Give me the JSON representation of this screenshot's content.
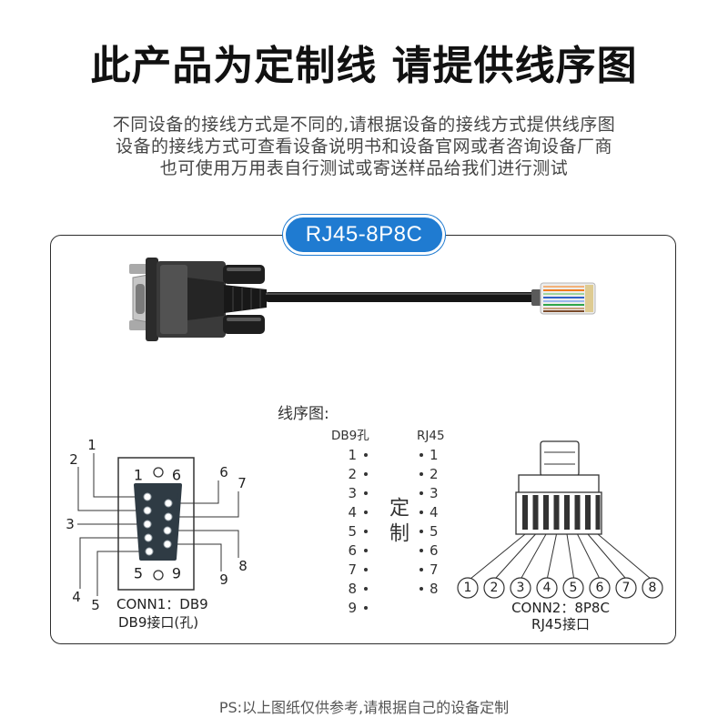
{
  "header": {
    "title": "此产品为定制线 请提供线序图"
  },
  "notes": [
    "不同设备的接线方式是不同的,请根据设备的接线方式提供线序图",
    "设备的接线方式可查看设备说明书和设备官网或者咨询设备厂商",
    "也可使用万用表自行测试或寄送样品给我们进行测试"
  ],
  "panel": {
    "tab_label": "RJ45-8P8C",
    "pinout": {
      "title": "线序图:",
      "left_header": "DB9孔",
      "right_header": "RJ45",
      "left_pins": [
        "1",
        "2",
        "3",
        "4",
        "5",
        "6",
        "7",
        "8",
        "9"
      ],
      "right_pins": [
        "1",
        "2",
        "3",
        "4",
        "5",
        "6",
        "7",
        "8"
      ],
      "custom_label": "定制"
    },
    "db9": {
      "corner_labels": {
        "top_left": "1",
        "top_right": "6",
        "bottom_left": "5",
        "bottom_right": "9"
      },
      "pin_labels": [
        "1",
        "2",
        "3",
        "4",
        "5",
        "6",
        "7",
        "8",
        "9"
      ],
      "name": "CONN1：DB9",
      "caption": "DB9接口(孔)"
    },
    "rj45": {
      "pin_labels": [
        "1",
        "2",
        "3",
        "4",
        "5",
        "6",
        "7",
        "8"
      ],
      "name": "CONN2：8P8C",
      "caption": "RJ45接口"
    }
  },
  "footer": "PS:以上图纸仅供参考,请根据自己的设备定制",
  "colors": {
    "accent": "#1f7bd1",
    "text": "#111111",
    "muted_text": "#454545",
    "panel_border": "#2d2d2d"
  }
}
